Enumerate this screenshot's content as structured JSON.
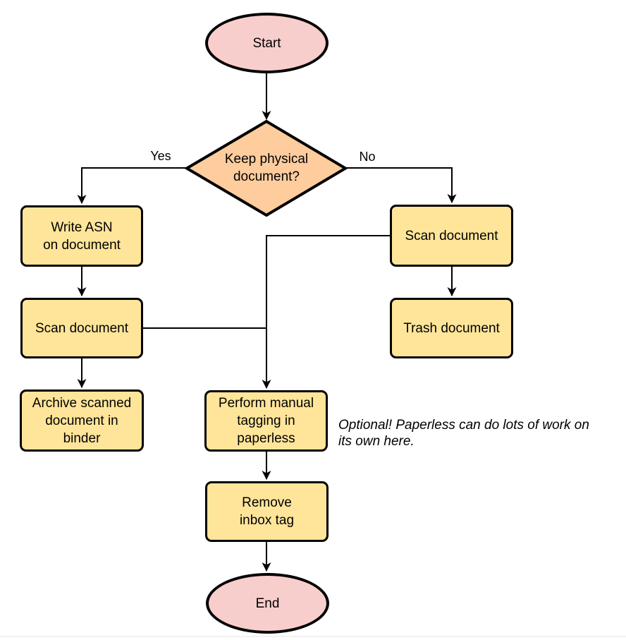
{
  "diagram": {
    "nodes": {
      "start": {
        "label": "Start"
      },
      "decision": {
        "label": "Keep physical\ndocument?"
      },
      "write_asn": {
        "label": "Write ASN\non document"
      },
      "scan_left": {
        "label": "Scan document"
      },
      "archive": {
        "label": "Archive scanned\ndocument in\nbinder"
      },
      "scan_right": {
        "label": "Scan document"
      },
      "trash": {
        "label": "Trash document"
      },
      "tagging": {
        "label": "Perform manual\ntagging in\npaperless"
      },
      "remove_inbox": {
        "label": "Remove\ninbox tag"
      },
      "end": {
        "label": "End"
      }
    },
    "edge_labels": {
      "yes": "Yes",
      "no": "No"
    },
    "annotation": "Optional! Paperless can do lots of work on\nits own here.",
    "colors": {
      "terminal_fill": "#f8cecc",
      "process_fill": "#ffe59a",
      "decision_fill": "#ffcc9e",
      "stroke": "#000000"
    }
  }
}
